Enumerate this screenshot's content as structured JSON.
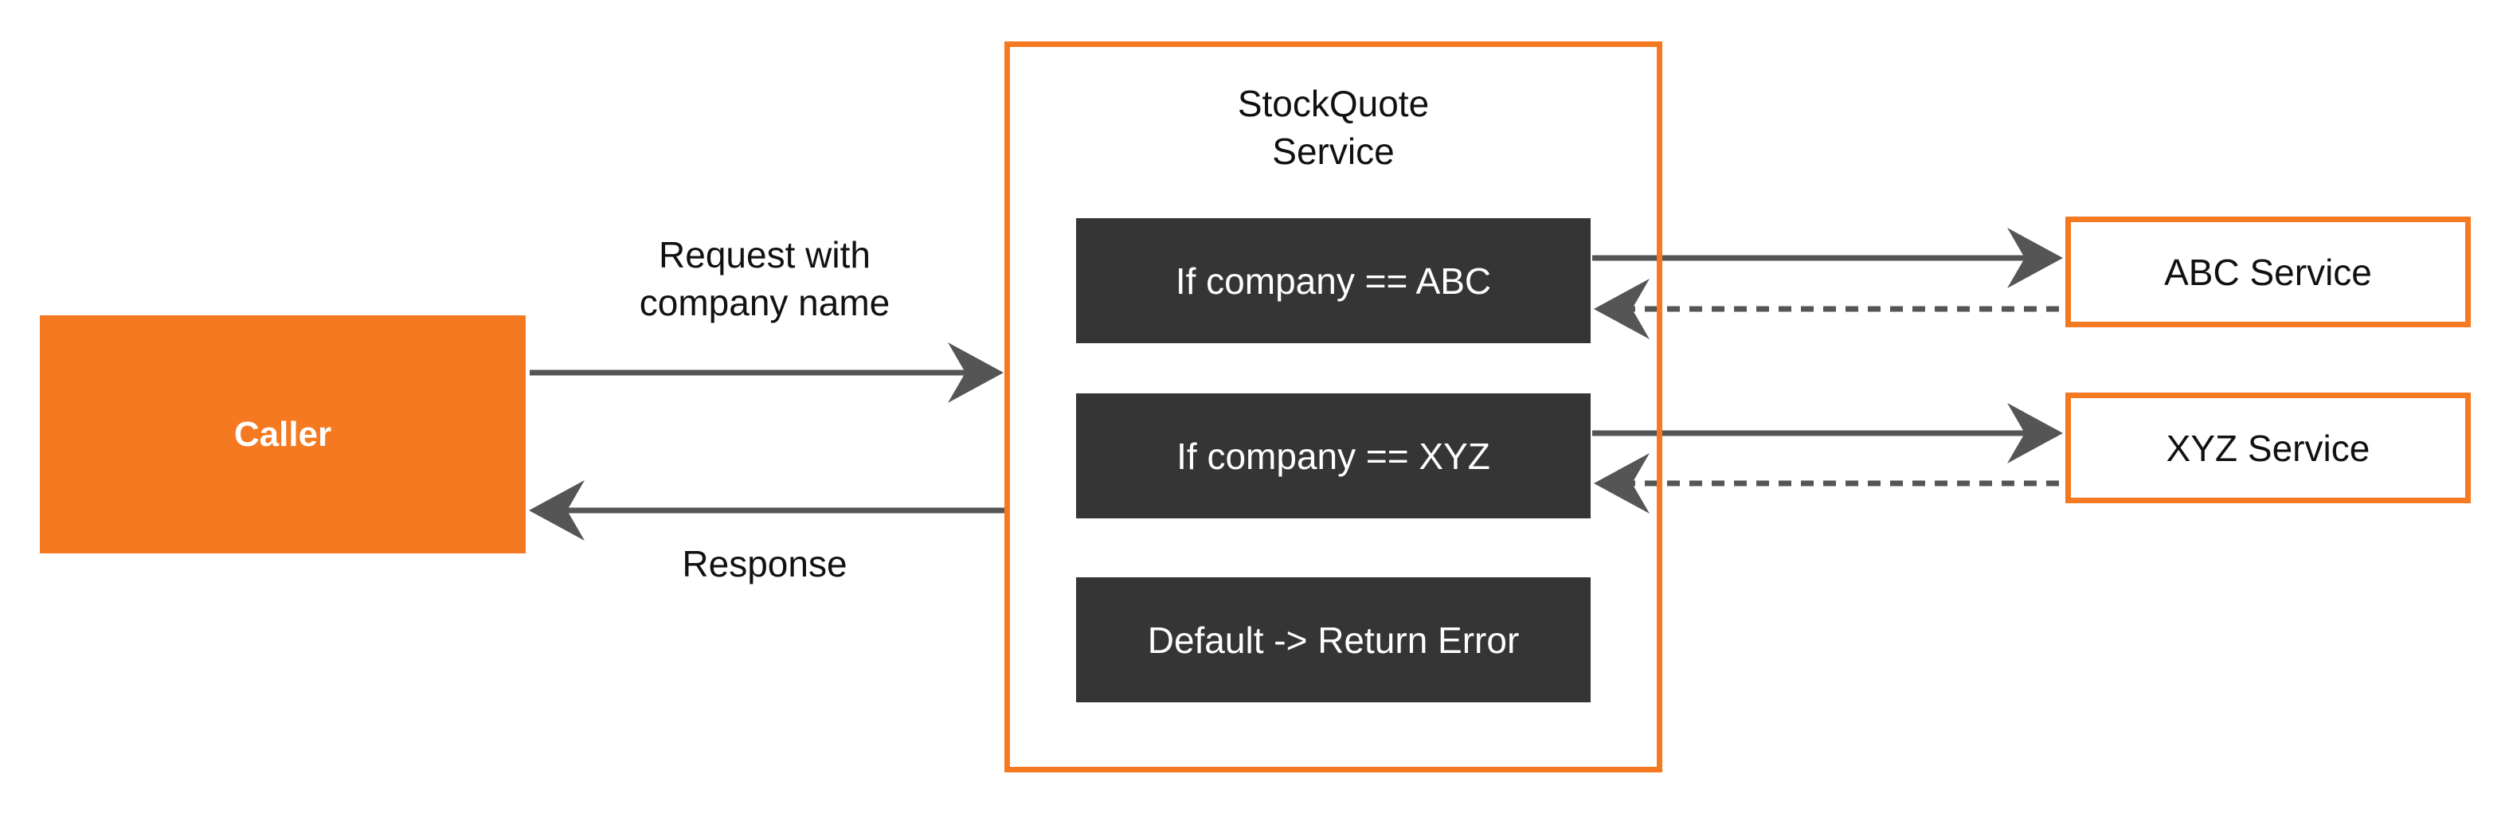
{
  "caller": {
    "label": "Caller"
  },
  "service": {
    "title_line1": "StockQuote",
    "title_line2": "Service"
  },
  "rules": [
    {
      "label": "If company == ABC"
    },
    {
      "label": "If company == XYZ"
    },
    {
      "label": "Default -> Return Error"
    }
  ],
  "external": [
    {
      "label": "ABC Service"
    },
    {
      "label": "XYZ Service"
    }
  ],
  "edges": {
    "request_line1": "Request with",
    "request_line2": "company name",
    "response": "Response"
  },
  "colors": {
    "accent": "#F47920",
    "rule_bg": "#353535",
    "arrow": "#555555"
  }
}
